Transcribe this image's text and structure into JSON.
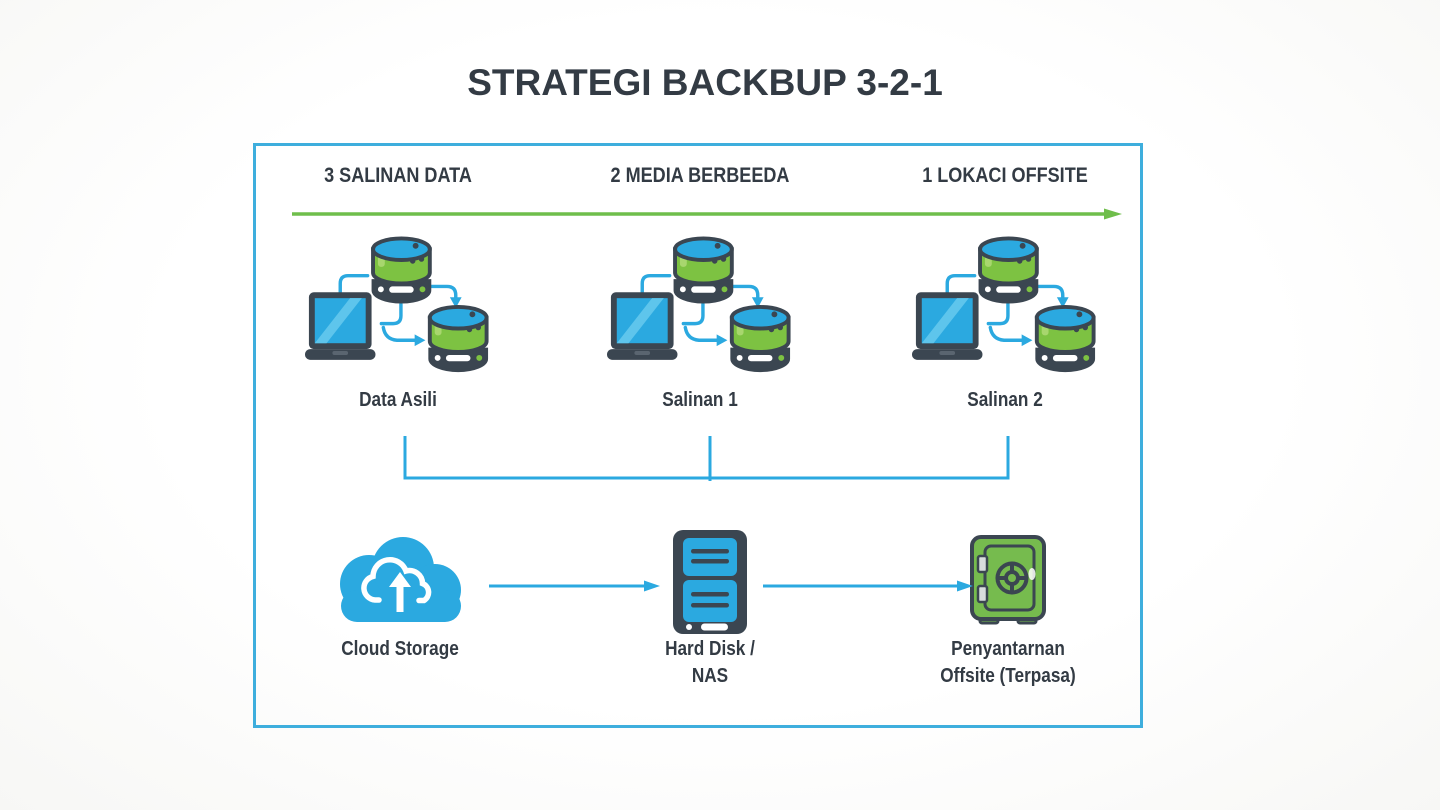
{
  "title": "STRATEGI BACKBUP 3-2-1",
  "panel": {
    "steps": [
      {
        "label": "3 SALINAN DATA"
      },
      {
        "label": "2 MEDIA BERBEEDA"
      },
      {
        "label": "1 LOKACI OFFSITE"
      }
    ],
    "copies": [
      {
        "label": "Data Asili",
        "icons": [
          "laptop-icon",
          "database-icon",
          "database-icon"
        ]
      },
      {
        "label": "Salinan 1",
        "icons": [
          "laptop-icon",
          "database-icon",
          "database-icon"
        ]
      },
      {
        "label": "Salinan 2",
        "icons": [
          "laptop-icon",
          "database-icon",
          "database-icon"
        ]
      }
    ],
    "destinations": [
      {
        "icon": "cloud-upload-icon",
        "label_line1": "Cloud Storage",
        "label_line2": ""
      },
      {
        "icon": "nas-server-icon",
        "label_line1": "Hard Disk /",
        "label_line2": "NAS"
      },
      {
        "icon": "safe-vault-icon",
        "label_line1": "Penyantarnan",
        "label_line2": "Offsite (Terpasa)"
      }
    ]
  },
  "colors": {
    "accent_blue": "#2BA9E0",
    "arrow_green": "#6FBE4B",
    "database_green": "#7DC242",
    "icon_dark": "#3B4651",
    "text_dark": "#333B44",
    "panel_border": "#3EAEDD",
    "safe_green": "#76BB4E"
  }
}
